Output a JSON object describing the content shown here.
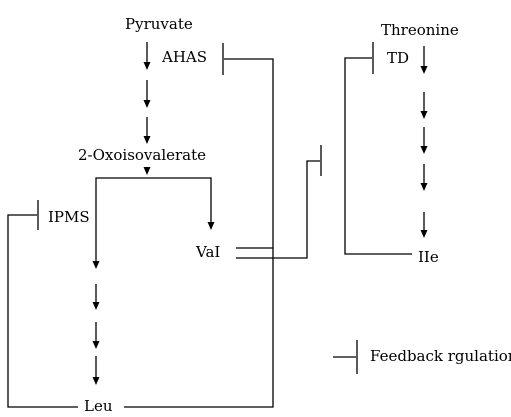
{
  "labels": {
    "pyruvate": "Pyruvate",
    "ahas": "AHAS",
    "oxoisovalerate": "2-Oxoisovalerate",
    "ipms": "IPMS",
    "val": "VaI",
    "leu": "Leu",
    "threonine": "Threonine",
    "td": "TD",
    "ile": "IIe",
    "legend": "Feedback rgulation"
  },
  "colors": {
    "line": "#000000",
    "background": "#ffffff"
  }
}
